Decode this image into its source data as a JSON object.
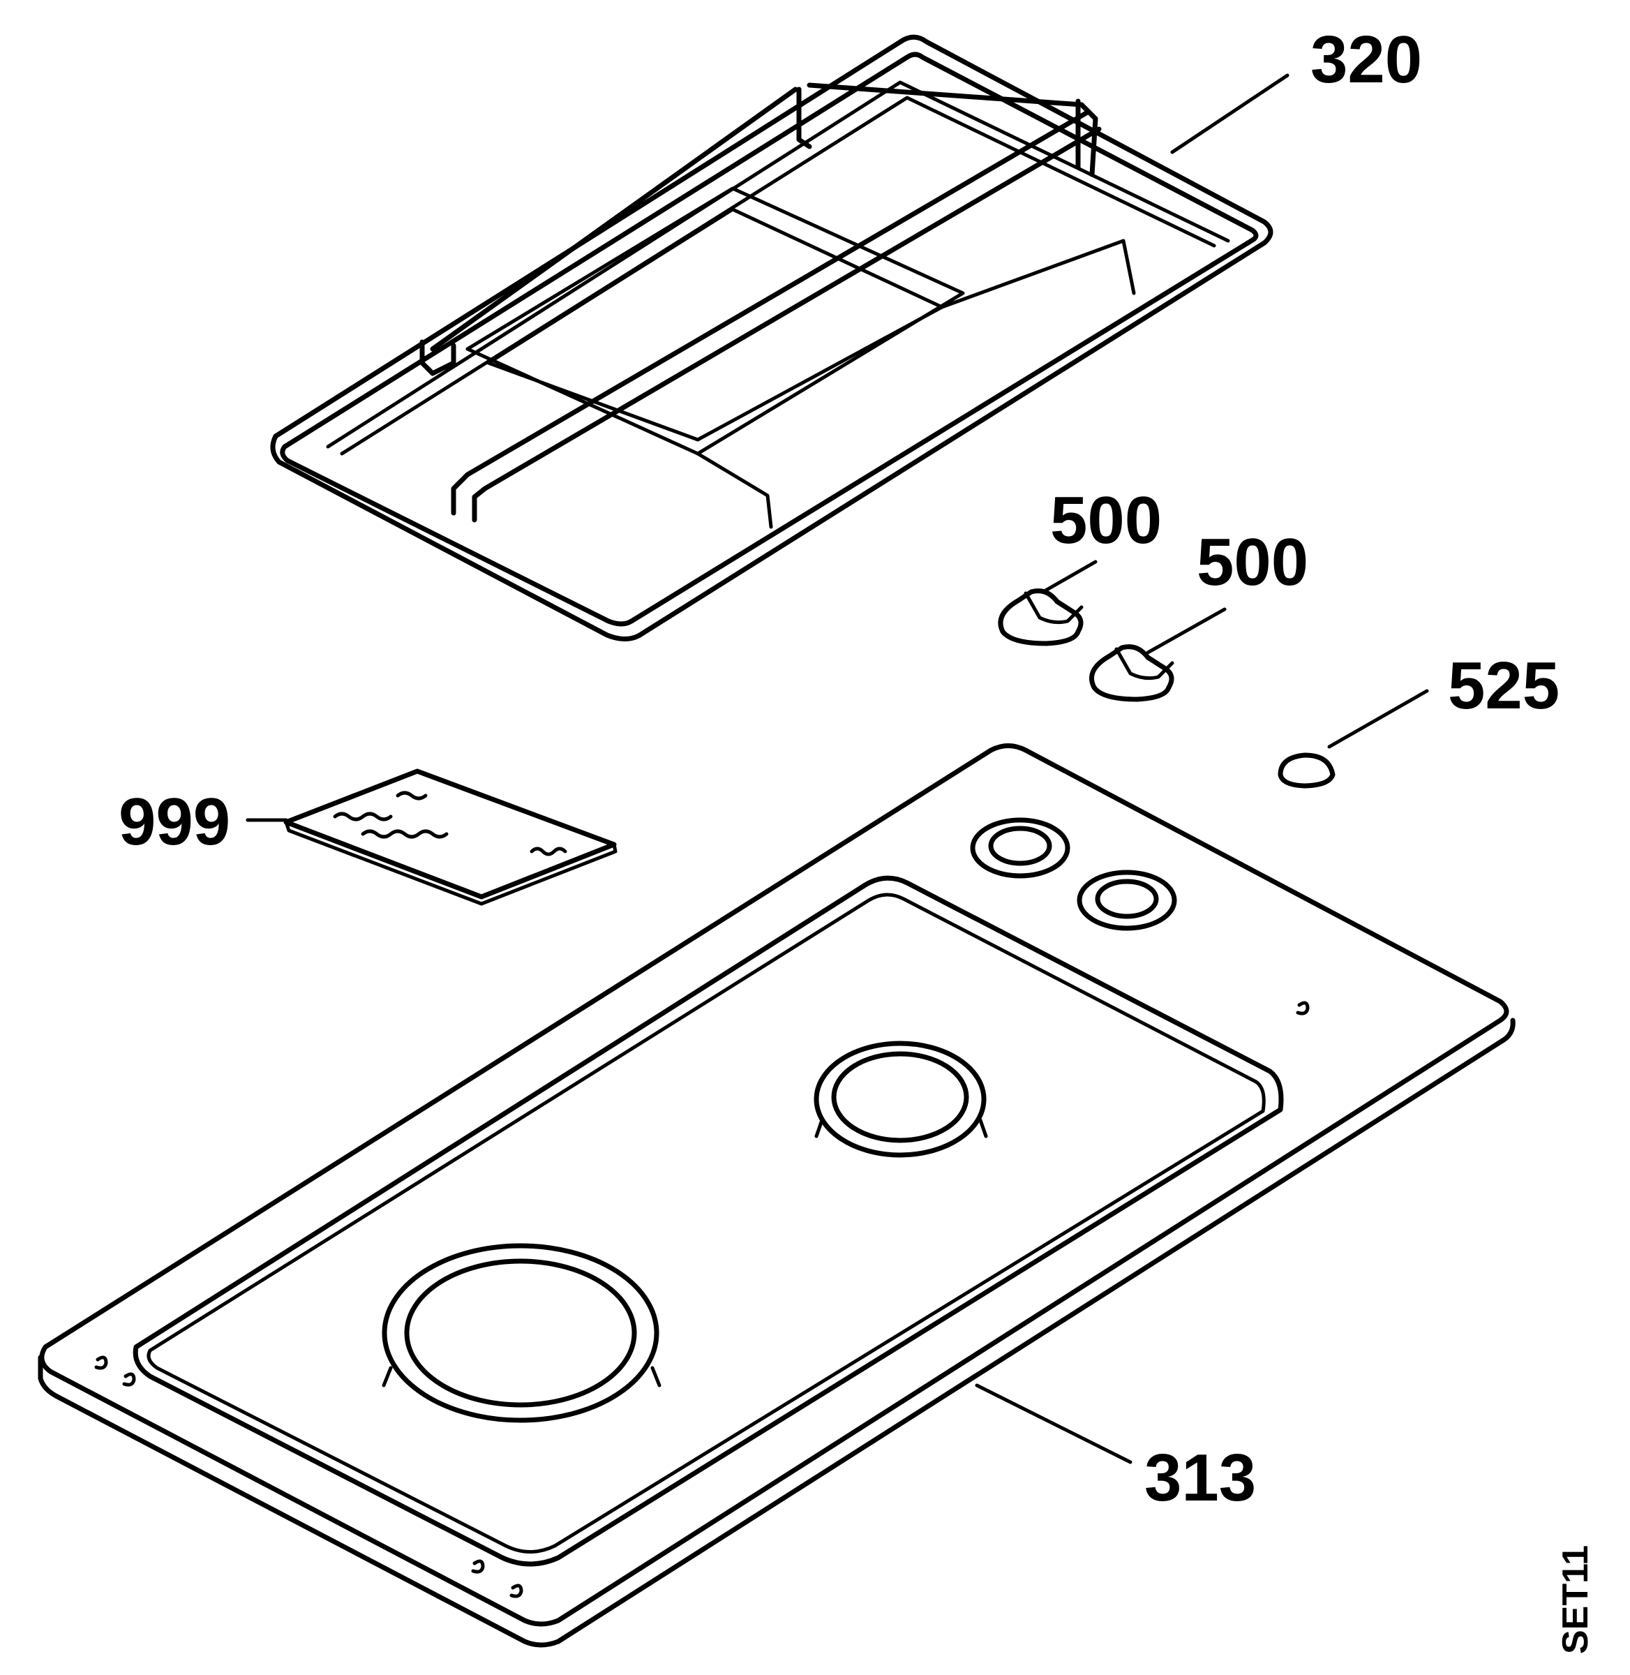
{
  "callouts": {
    "grid": "320",
    "knob_1": "500",
    "knob_2": "500",
    "knob_cap": "525",
    "manual": "999",
    "hob_plate": "313"
  },
  "drawing_code": "SET11"
}
